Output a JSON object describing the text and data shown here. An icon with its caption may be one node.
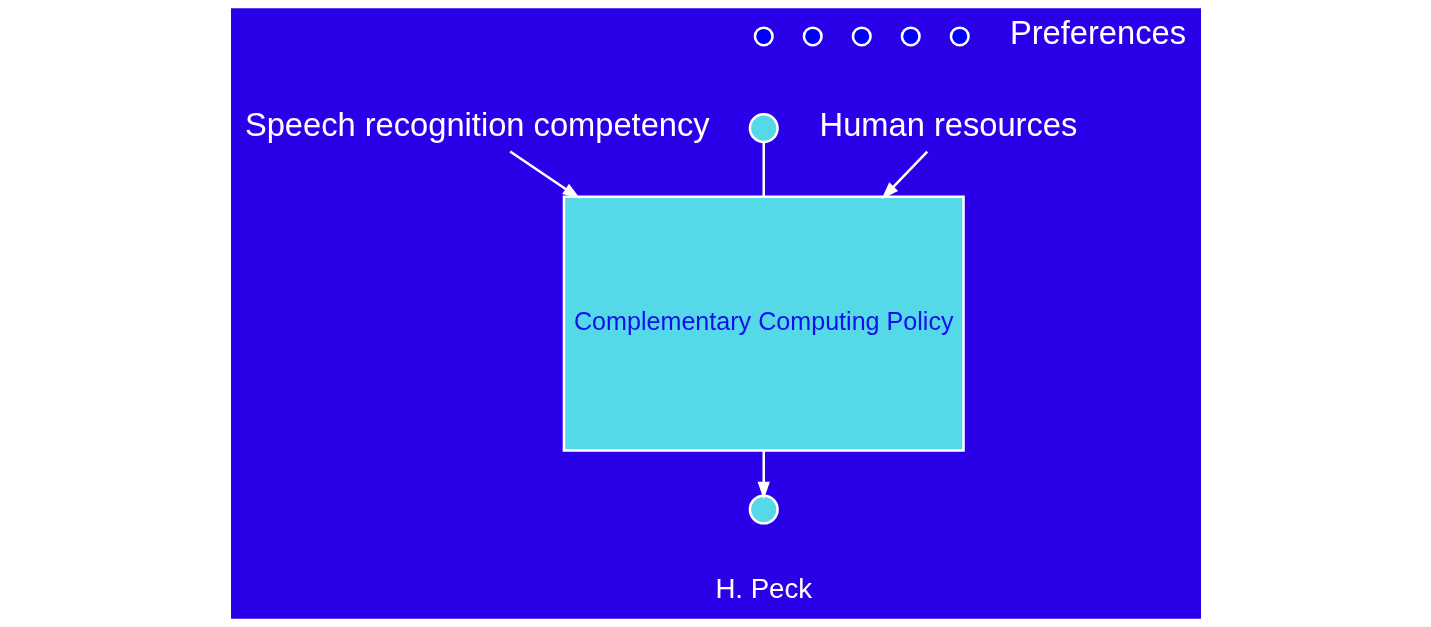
{
  "diagram": {
    "nodes": [
      {
        "text": [
          "Speech recognition competency"
        ]
      },
      {
        "text": [],
        "shape": "circle"
      },
      {
        "text": [],
        "shape": "circle"
      },
      {
        "text": [],
        "shape": "circle"
      },
      {
        "text": [],
        "shape": "circle"
      },
      {
        "text": [],
        "shape": "circle"
      },
      {
        "text": [],
        "shape": "circle"
      },
      {
        "text": [
          "Human resources"
        ]
      },
      {
        "text": [
          "Complementary Computing Policy"
        ]
      },
      {
        "text": [],
        "shape": "circle"
      }
    ],
    "edges": [
      {
        "from": 0,
        "to": 8,
        "arrow": "to"
      },
      {
        "from": 7,
        "to": 8,
        "arrow": "to"
      },
      {
        "from": 4,
        "to": 8,
        "arrow": "none"
      },
      {
        "from": 8,
        "to": 9,
        "arrow": "to"
      }
    ],
    "labels": [
      "Preferences",
      "H. Peck"
    ]
  }
}
